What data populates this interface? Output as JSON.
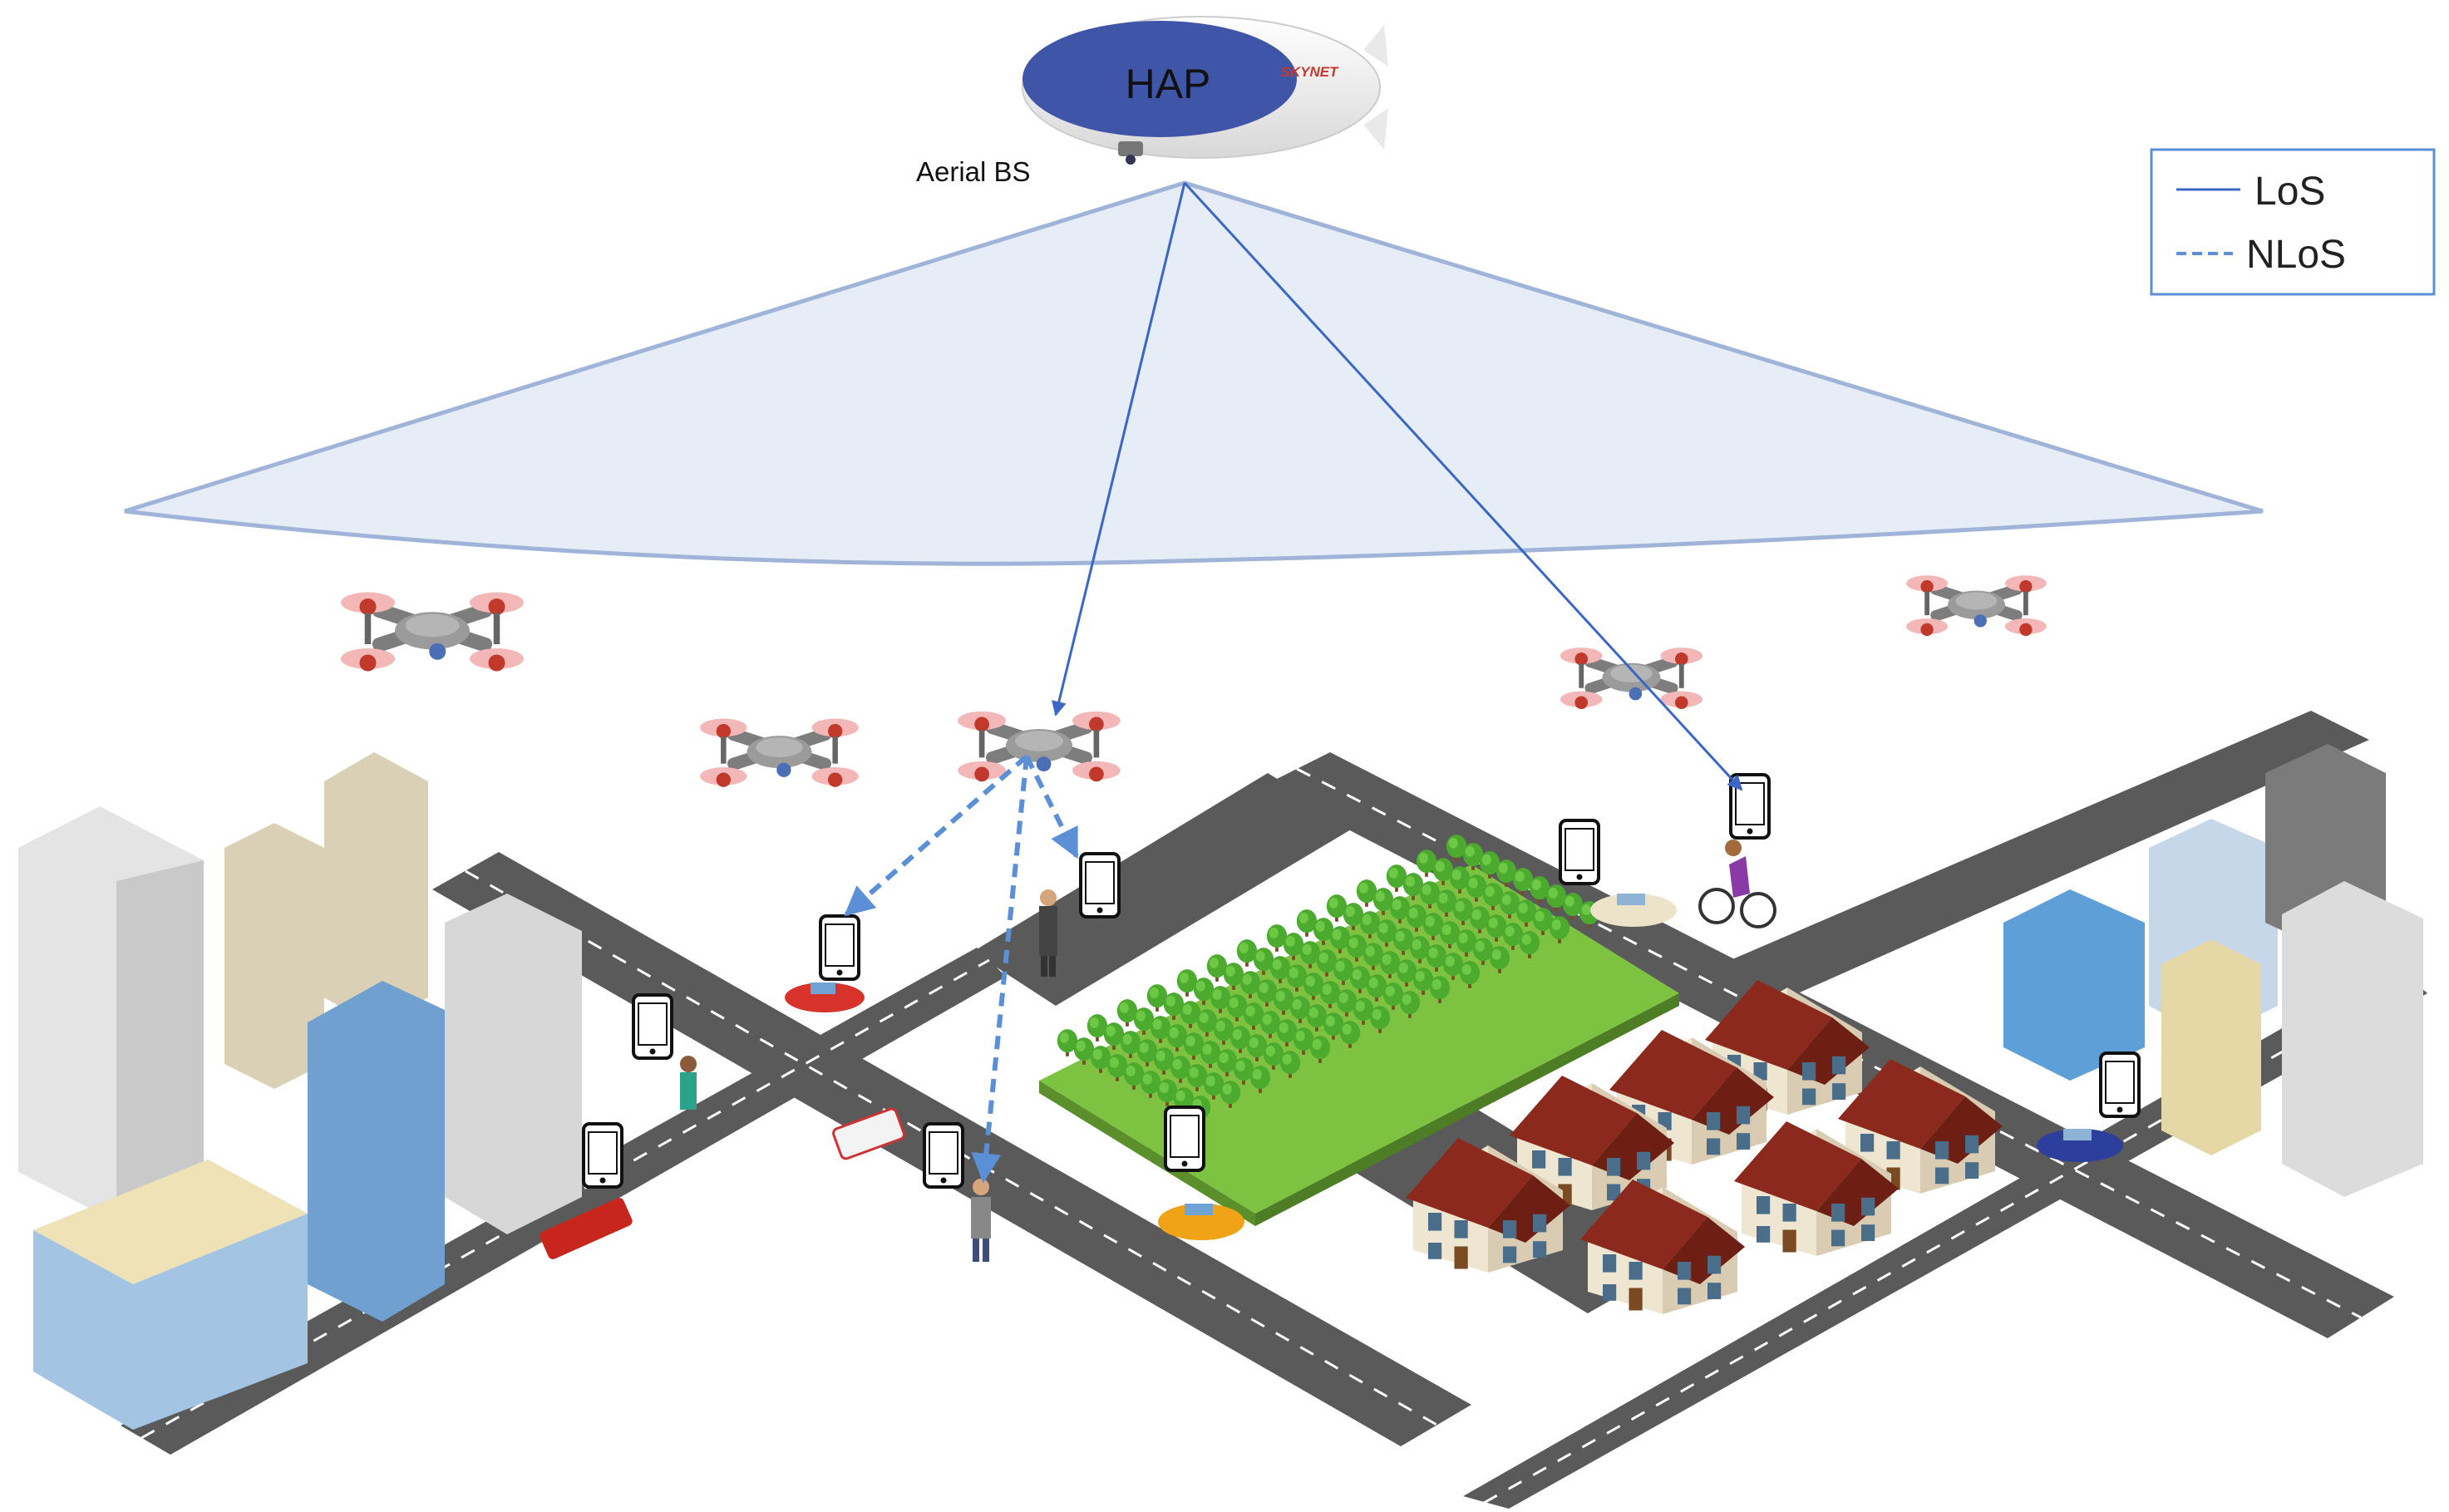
{
  "hap": {
    "label": "HAP",
    "brand": "SKYNET",
    "caption": "Aerial BS"
  },
  "legend": {
    "items": [
      {
        "label": "LoS",
        "style": "solid"
      },
      {
        "label": "NLoS",
        "style": "dashed"
      }
    ]
  },
  "colors": {
    "link": "#3a67c4",
    "nlos_link": "#5b8fd6",
    "coverage_fill": "#e6edf6",
    "coverage_stroke": "#9fb4d8",
    "road": "#5a5a5a",
    "road_lane": "#ffffff",
    "park": "#7ec242",
    "tree": "#4caa2e",
    "roof": "#8b2a1c",
    "blimp": "#3f55a8"
  }
}
